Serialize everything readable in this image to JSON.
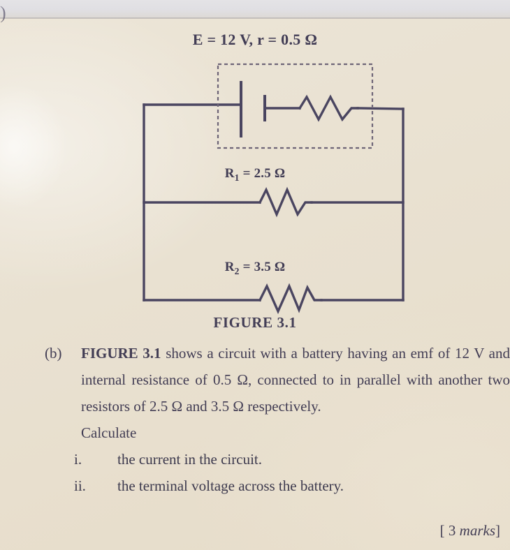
{
  "document": {
    "corner_mark": ")",
    "figure_caption": "FIGURE 3.1"
  },
  "circuit": {
    "source_label": "E = 12 V, r = 0.5 Ω",
    "emf_symbol": "E",
    "emf_value": "12 V",
    "internal_resistance_symbol": "r",
    "internal_resistance_value": "0.5 Ω",
    "r1_label_prefix": "R",
    "r1_subscript": "1",
    "r1_label_value": " = 2.5 Ω",
    "r2_label_prefix": "R",
    "r2_subscript": "2",
    "r2_label_value": " = 3.5 Ω"
  },
  "question": {
    "part_marker": "(b)",
    "figure_ref": "FIGURE 3.1",
    "body_text": " shows a circuit with a battery having an emf of 12 V and internal resistance of 0.5 Ω, connected to in parallel with another two resistors of 2.5 Ω and 3.5 Ω respectively.",
    "calculate_label": "Calculate",
    "items": [
      {
        "marker": "i.",
        "text": "the current in the circuit."
      },
      {
        "marker": "ii.",
        "text": "the terminal voltage across the battery."
      }
    ],
    "marks_open": "[ 3 ",
    "marks_word": "marks",
    "marks_close": "]"
  },
  "chart_data": {
    "type": "diagram",
    "title": "FIGURE 3.1",
    "description": "Electrical circuit: battery with emf E and internal resistance r connected in parallel with resistors R1 and R2",
    "components": [
      {
        "id": "battery",
        "symbol": "E",
        "value": 12,
        "unit": "V"
      },
      {
        "id": "internal_resistance",
        "symbol": "r",
        "value": 0.5,
        "unit": "Ω"
      },
      {
        "id": "resistor_1",
        "symbol": "R1",
        "value": 2.5,
        "unit": "Ω"
      },
      {
        "id": "resistor_2",
        "symbol": "R2",
        "value": 3.5,
        "unit": "Ω"
      }
    ],
    "topology": "battery branch (E, r in series, enclosed by dashed box) in parallel with R1 branch and R2 branch",
    "colors": {
      "ink": "#4a4560",
      "paper": "#e9e1d1"
    }
  }
}
